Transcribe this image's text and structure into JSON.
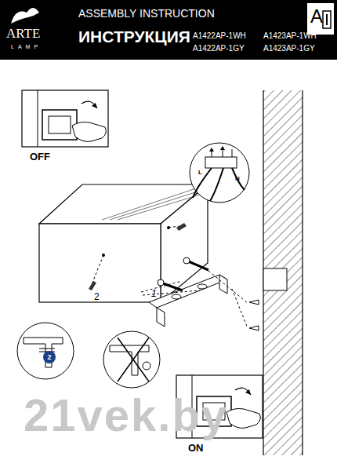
{
  "diagram": {
    "labels": [
      "ARTE",
      "LAMP",
      "ASSEMBLY INSTRUCTION",
      "ИНСТРУКЦИЯ",
      "A1422AP-1WH",
      "A1423AP-1WH",
      "A1422AP-1GY",
      "A1423AP-1GY",
      "A",
      "OFF",
      "L",
      "N",
      "2",
      "1",
      "2",
      "ON",
      "21vek.by"
    ]
  }
}
